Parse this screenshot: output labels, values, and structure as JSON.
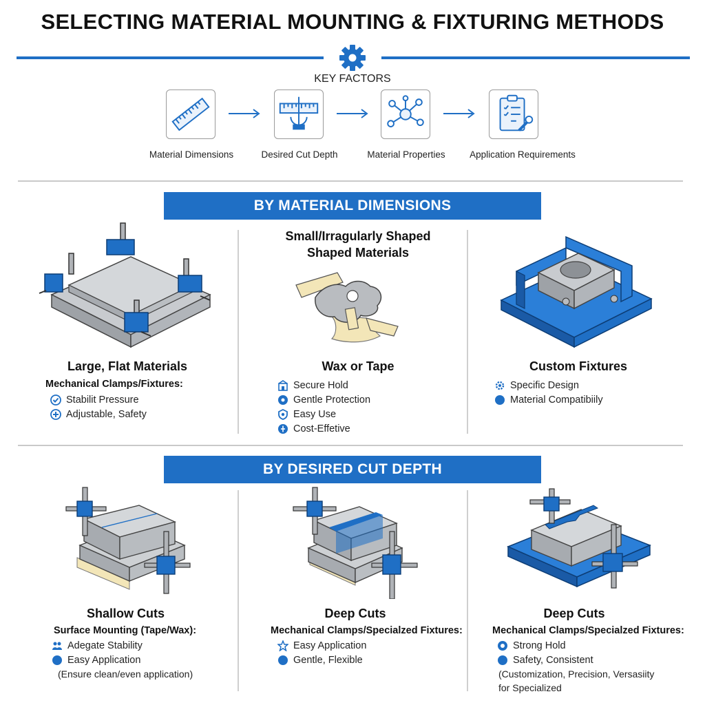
{
  "title": "SELECTING MATERIAL MOUNTING & FIXTURING METHODS",
  "key_factors": {
    "label": "KEY FACTORS",
    "items": [
      {
        "label": "Material Dimensions",
        "icon": "ruler-icon"
      },
      {
        "label": "Desired Cut Depth",
        "icon": "depth-gauge-icon"
      },
      {
        "label": "Material Properties",
        "icon": "molecule-icon"
      },
      {
        "label": "Application Requirements",
        "icon": "clipboard-wrench-icon"
      }
    ]
  },
  "section1": {
    "banner": "BY MATERIAL DIMENSIONS",
    "top_label": [
      "Small/Irragularly Shaped",
      "Shaped Materials"
    ],
    "col1": {
      "title": "Large, Flat Materials",
      "subtitle": "Mechanical Clamps/Fixtures:",
      "items": [
        "Stabilit Pressure",
        "Adjustable, Safety"
      ]
    },
    "col2": {
      "title": "Wax or Tape",
      "items": [
        "Secure Hold",
        "Gentle Protection",
        "Easy Use",
        "Cost-Effetive"
      ]
    },
    "col3": {
      "title": "Custom Fixtures",
      "items": [
        "Specific Design",
        "Material Compatibiily"
      ]
    }
  },
  "section2": {
    "banner": "BY DESIRED CUT DEPTH",
    "col1": {
      "title": "Shallow Cuts",
      "subtitle": "Surface Mounting (Tape/Wax):",
      "items": [
        "Adegate Stability",
        "Easy Application"
      ],
      "note": "(Ensure clean/even application)"
    },
    "col2": {
      "title": "Deep Cuts",
      "subtitle": "Mechanical Clamps/Specialzed Fixtures:",
      "items": [
        "Easy Application",
        "Gentle, Flexible"
      ]
    },
    "col3": {
      "title": "Deep Cuts",
      "subtitle": "Mechanical Clamps/Specialzed Fixtures:",
      "items": [
        "Strong Hold",
        "Safety, Consistent"
      ],
      "note": [
        "(Customization, Precision, Versasiity",
        "for Specialized"
      ]
    }
  },
  "colors": {
    "accent": "#1f6fc5",
    "metal": "#b9bcc0",
    "tape": "#f3e6b8"
  }
}
